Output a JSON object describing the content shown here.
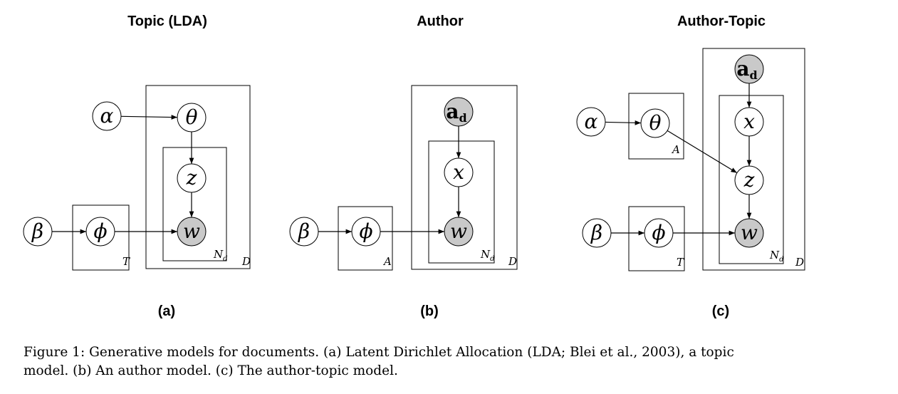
{
  "colors": {
    "observed_fill": "#c9c9c9",
    "latent_fill": "#ffffff",
    "stroke": "#000000"
  },
  "models": [
    {
      "title": "Topic (LDA)",
      "panel_label": "(a)",
      "nodes": [
        {
          "id": "alpha",
          "symbol": "α",
          "observed": false
        },
        {
          "id": "theta",
          "symbol": "θ",
          "observed": false
        },
        {
          "id": "z",
          "symbol": "z",
          "observed": false
        },
        {
          "id": "w",
          "symbol": "w",
          "observed": true
        },
        {
          "id": "beta",
          "symbol": "β",
          "observed": false
        },
        {
          "id": "phi",
          "symbol": "ϕ",
          "observed": false
        }
      ],
      "plates": [
        {
          "id": "T",
          "label": "T",
          "sub": ""
        },
        {
          "id": "Nd",
          "label": "N",
          "sub": "d"
        },
        {
          "id": "D",
          "label": "D",
          "sub": ""
        }
      ],
      "edges": [
        [
          "alpha",
          "theta"
        ],
        [
          "theta",
          "z"
        ],
        [
          "z",
          "w"
        ],
        [
          "beta",
          "phi"
        ],
        [
          "phi",
          "w"
        ]
      ]
    },
    {
      "title": "Author",
      "panel_label": "(b)",
      "nodes": [
        {
          "id": "ad",
          "symbol": "a",
          "sub": "d",
          "observed": true
        },
        {
          "id": "x",
          "symbol": "x",
          "observed": false
        },
        {
          "id": "w",
          "symbol": "w",
          "observed": true
        },
        {
          "id": "beta",
          "symbol": "β",
          "observed": false
        },
        {
          "id": "phi",
          "symbol": "ϕ",
          "observed": false
        }
      ],
      "plates": [
        {
          "id": "A",
          "label": "A",
          "sub": ""
        },
        {
          "id": "Nd",
          "label": "N",
          "sub": "d"
        },
        {
          "id": "D",
          "label": "D",
          "sub": ""
        }
      ],
      "edges": [
        [
          "ad",
          "x"
        ],
        [
          "x",
          "w"
        ],
        [
          "beta",
          "phi"
        ],
        [
          "phi",
          "w"
        ]
      ]
    },
    {
      "title": "Author-Topic",
      "panel_label": "(c)",
      "nodes": [
        {
          "id": "alpha",
          "symbol": "α",
          "observed": false
        },
        {
          "id": "theta",
          "symbol": "θ",
          "observed": false
        },
        {
          "id": "ad",
          "symbol": "a",
          "sub": "d",
          "observed": true
        },
        {
          "id": "x",
          "symbol": "x",
          "observed": false
        },
        {
          "id": "z",
          "symbol": "z",
          "observed": false
        },
        {
          "id": "w",
          "symbol": "w",
          "observed": true
        },
        {
          "id": "beta",
          "symbol": "β",
          "observed": false
        },
        {
          "id": "phi",
          "symbol": "ϕ",
          "observed": false
        }
      ],
      "plates": [
        {
          "id": "A",
          "label": "A",
          "sub": ""
        },
        {
          "id": "T",
          "label": "T",
          "sub": ""
        },
        {
          "id": "Nd",
          "label": "N",
          "sub": "d"
        },
        {
          "id": "D",
          "label": "D",
          "sub": ""
        }
      ],
      "edges": [
        [
          "alpha",
          "theta"
        ],
        [
          "theta",
          "z"
        ],
        [
          "ad",
          "x"
        ],
        [
          "x",
          "z"
        ],
        [
          "z",
          "w"
        ],
        [
          "beta",
          "phi"
        ],
        [
          "phi",
          "w"
        ]
      ]
    }
  ],
  "caption": {
    "line1": "Figure 1: Generative models for documents. (a) Latent Dirichlet Allocation (LDA; Blei et al., 2003), a topic",
    "line2": "model. (b) An author model. (c) The author-topic model."
  }
}
